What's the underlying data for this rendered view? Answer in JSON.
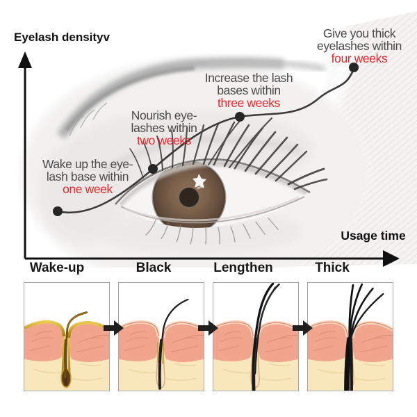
{
  "chart": {
    "y_axis_label": "Eyelash densityv",
    "x_axis_label": "Usage time"
  },
  "milestones": [
    {
      "line1": "Wake up the eye-",
      "line2": "lash base within",
      "highlight": "one week"
    },
    {
      "line1": "Nourish eye-",
      "line2": "lashes within",
      "highlight": "two weeks"
    },
    {
      "line1": "Increase the lash",
      "line2": "bases within",
      "highlight": "three weeks"
    },
    {
      "line1": "Give you thick",
      "line2": "eyelashes within",
      "highlight": "four weeks"
    }
  ],
  "stages": [
    "Wake-up",
    "Black",
    "Lengthen",
    "Thick"
  ],
  "chart_data": {
    "type": "line",
    "x": [
      "one week",
      "two weeks",
      "three weeks",
      "four weeks"
    ],
    "relative_density": [
      0.25,
      0.47,
      0.74,
      1.0
    ],
    "xlabel": "Usage time",
    "ylabel": "Eyelash density",
    "annotations": [
      "Wake up the eyelash base within one week",
      "Nourish eyelashes within two weeks",
      "Increase the lash bases within three weeks",
      "Give you thick eyelashes within four weeks"
    ]
  },
  "icons": {
    "flow_arrow": "arrow-right-icon",
    "x_axis_arrow": "axis-arrow-right-icon",
    "y_axis_arrow": "axis-arrow-up-icon"
  },
  "colors": {
    "highlight_red": "#e8262b",
    "annotation_gray": "#4a4a4a",
    "axis_black": "#101010",
    "curve": "#3a3a3a",
    "panel_border": "#a6a6a6",
    "skin_pink": "#f2a58d",
    "skin_pink_light": "#fbd7c5",
    "skin_cream": "#f8e7bb",
    "gold": "#c9992b",
    "lash_black": "#16181a",
    "lash_brown": "#6f5210",
    "iris_brown": "#6b5140"
  }
}
